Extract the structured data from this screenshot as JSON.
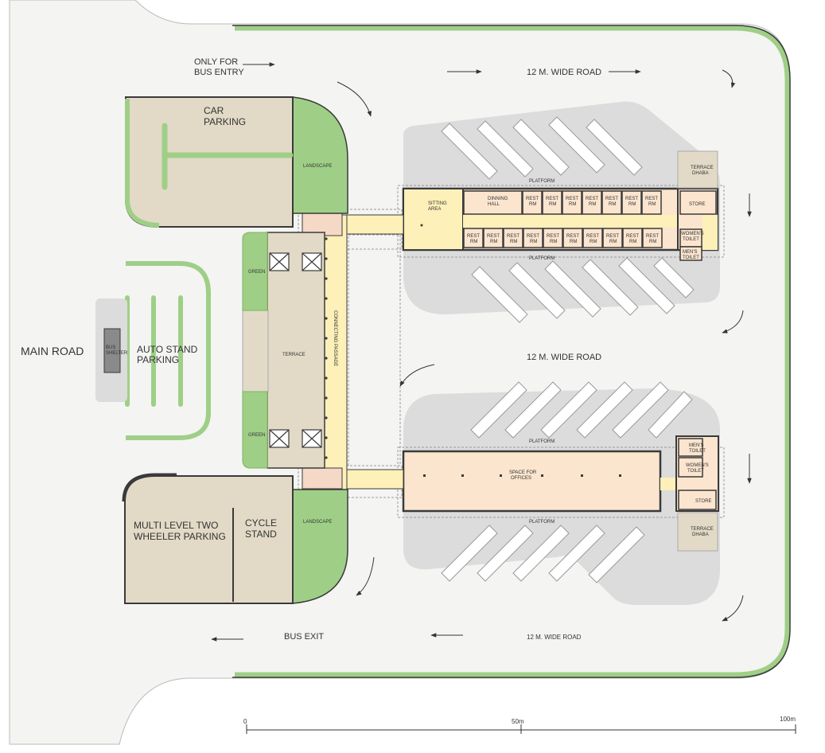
{
  "colors": {
    "site": "#f4f4f3",
    "green": "#9fcf87",
    "green_edge": "#79b35f",
    "beige": "#e2dac6",
    "bus_bay": "#dcdcdc",
    "building": "#fbe5cf",
    "corridor": "#fdf0b8",
    "wall": "#3a3a3a"
  },
  "labels": {
    "bus_entry_line1": "ONLY FOR",
    "bus_entry_line2": "BUS ENTRY",
    "road_top": "12 M. WIDE ROAD",
    "road_middle": "12 M. WIDE ROAD",
    "road_bottom": "12 M. WIDE ROAD",
    "bus_exit": "BUS EXIT",
    "main_road": "MAIN ROAD",
    "car_parking_line1": "CAR",
    "car_parking_line2": "PARKING",
    "auto_stand_line1": "AUTO  STAND",
    "auto_stand_line2": "PARKING",
    "bus_shelter_line1": "BUS",
    "bus_shelter_line2": "SHELTER",
    "landscape_top": "LANDSCAPE",
    "landscape_bottom": "LANDSCAPE",
    "green_top": "GREEN",
    "green_bottom": "GREEN",
    "terrace": "TERRACE",
    "connecting_passage": "CONNECTING PASSAGE",
    "two_wheeler_line1": "MULTI  LEVEL  TWO",
    "two_wheeler_line2": "WHEELER  PARKING",
    "cycle_stand_line1": "CYCLE",
    "cycle_stand_line2": "STAND",
    "platform": "PLATFORM",
    "sitting_area_line1": "SITTING",
    "sitting_area_line2": "AREA",
    "dining_hall_line1": "DINNING",
    "dining_hall_line2": "HALL",
    "rest_room_line1": "REST",
    "rest_room_line2": "RM",
    "store": "STORE",
    "terrace_dhaba_line1": "TERRACE",
    "terrace_dhaba_line2": "DHABA",
    "womens_toilet_line1": "WOMEN'S",
    "womens_toilet_line2": "TOILET",
    "mens_toilet_line1": "MEN'S",
    "mens_toilet_line2": "TOILET",
    "offices_line1": "SPACE FOR",
    "offices_line2": "OFFICES"
  },
  "scale": {
    "start": "0",
    "mid": "50m",
    "end": "100m"
  }
}
